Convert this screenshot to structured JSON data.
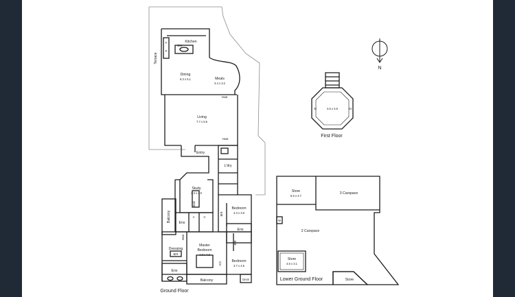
{
  "colors": {
    "frame": "#1f2a36",
    "paper": "#ffffff",
    "line": "#1a1a1a",
    "outline": "#8a8a8a"
  },
  "compass": {
    "label": "N",
    "icon": "north-arrow-icon"
  },
  "ground_floor": {
    "caption": "Ground Floor",
    "terrace": "Terrace",
    "kitchen": "Kitchen",
    "dw": "DW",
    "fridge": "F",
    "pantry": "P",
    "dining": "Dining",
    "dining_dim": "6.3 x 5.1",
    "meals": "Meals",
    "meals_dim": "3.4 x 3.2",
    "heat_meals": "Heat",
    "living": "Living",
    "living_dim": "7.7 x 5.5",
    "heat_living": "Heat",
    "entry": "Entry",
    "ldry": "L'dry",
    "study": "Study",
    "study_dim": "4.3 x 4.0",
    "desk": "Desk",
    "balcony_west": "Balcony",
    "ens_study": "Ens",
    "a": "A",
    "c": "C",
    "bedroom_east": "Bedroom",
    "bedroom_east_dim": "4.3 x 3.9",
    "bir_east": "BIR",
    "ens_east": "Ens",
    "heat_master": "Heat",
    "dressing": "Dressing",
    "bir_dressing": "BIR",
    "master": "Master",
    "master_bedroom": "Bedroom",
    "master_dim": "4.8 x 4.9",
    "bir_se": "BIR",
    "ac": "A/C",
    "bedroom_se": "Bedroom",
    "bedroom_se_dim": "3.7 x 4.5",
    "ens_master": "Ens",
    "balcony_south": "Balcony",
    "deck": "Deck"
  },
  "first_floor": {
    "caption": "First Floor",
    "room_dim": "4.6 x 4.6",
    "si_left": "SI",
    "si_right": "SI"
  },
  "lower_ground_floor": {
    "caption": "Lower Ground Floor",
    "store_top": "Store",
    "store_top_dim": "5.5 x 4.7",
    "carspace_3": "3 Carspace",
    "carspace_2": "2 Carspace",
    "store_mid": "Store",
    "store_mid_dim": "4.5 x 3.1",
    "store_bottom": "Store",
    "wall_tag": "W"
  }
}
